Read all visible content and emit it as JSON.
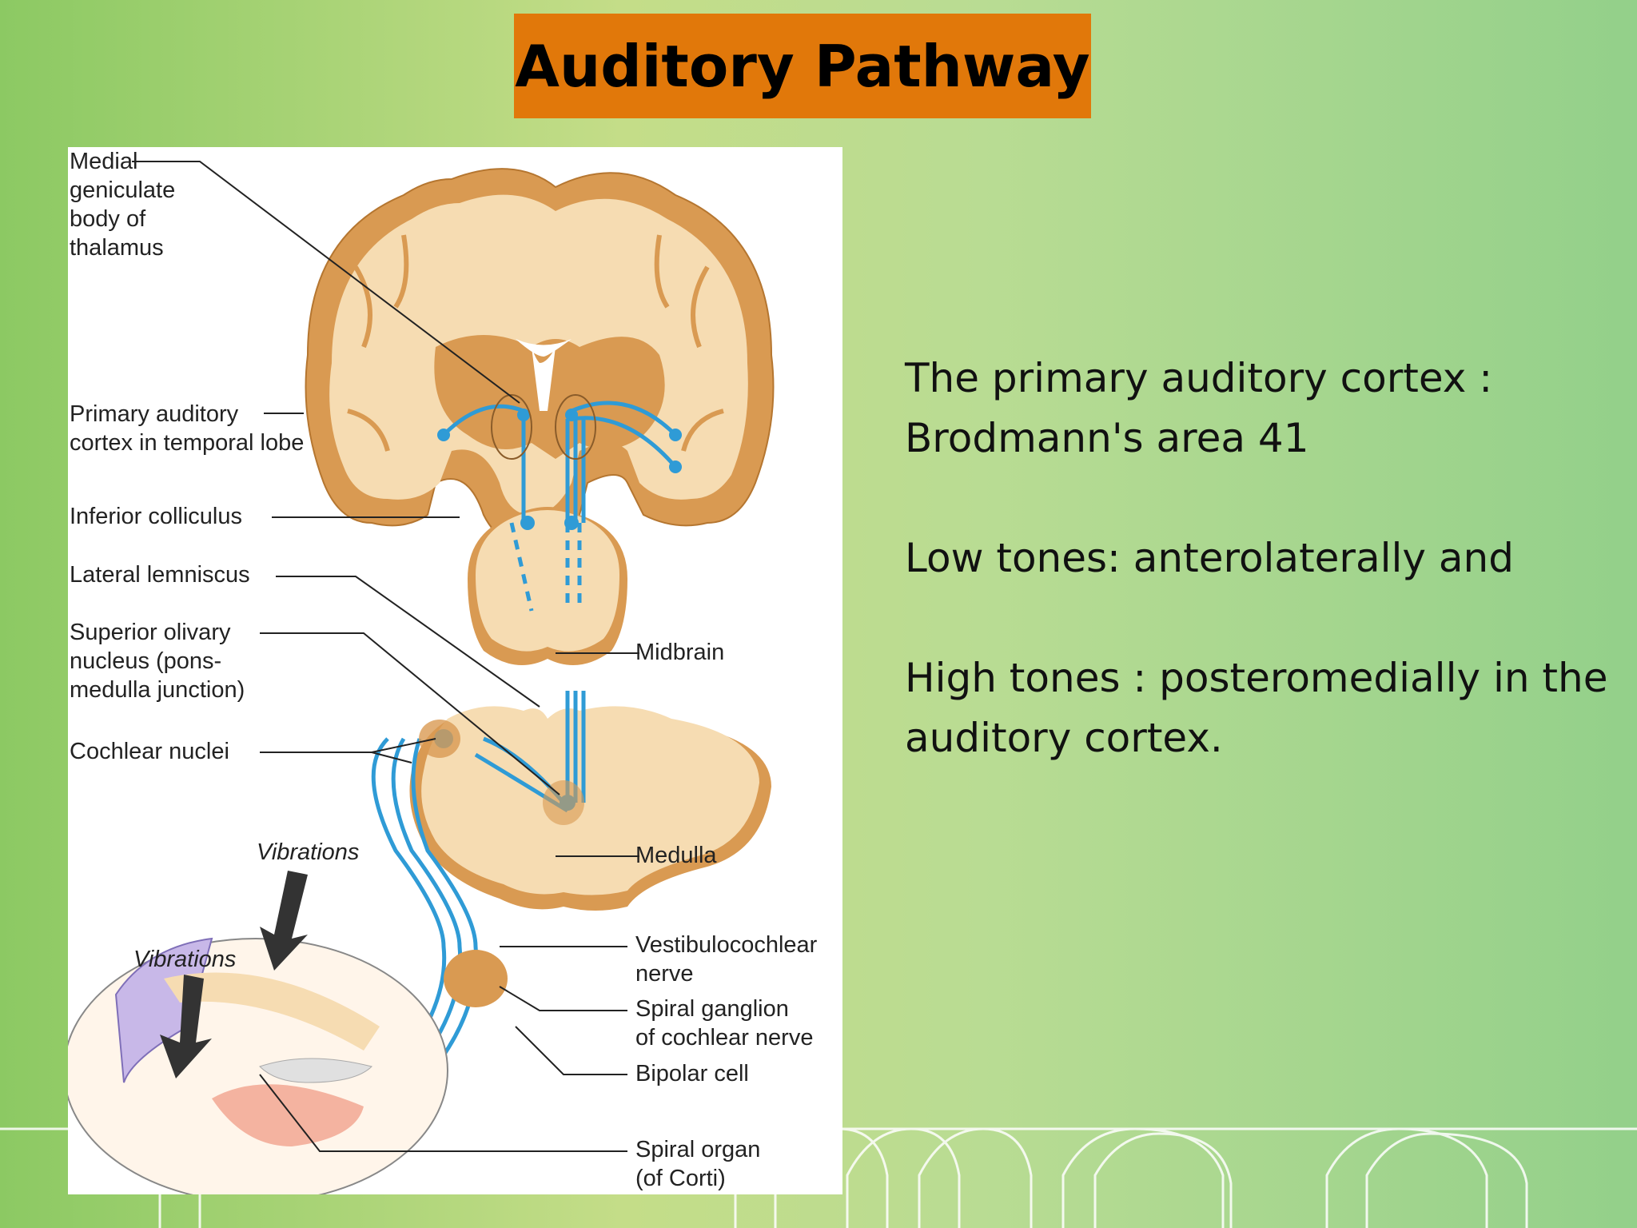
{
  "slide": {
    "title": "Auditory Pathway"
  },
  "diagram": {
    "left_labels": {
      "medial_geniculate": [
        "Medial",
        "geniculate",
        "body of",
        "thalamus"
      ],
      "primary_auditory": [
        "Primary auditory",
        "cortex in temporal lobe"
      ],
      "inferior_colliculus": "Inferior colliculus",
      "lateral_lemniscus": "Lateral lemniscus",
      "superior_olivary": [
        "Superior olivary",
        "nucleus (pons-",
        "medulla junction)"
      ],
      "cochlear_nuclei": "Cochlear nuclei"
    },
    "right_labels": {
      "midbrain": "Midbrain",
      "medulla": "Medulla",
      "vestibulocochlear": [
        "Vestibulocochlear",
        "nerve"
      ],
      "spiral_ganglion": [
        "Spiral ganglion",
        "of cochlear nerve"
      ],
      "bipolar_cell": "Bipolar cell",
      "spiral_organ": [
        "Spiral organ",
        "(of Corti)"
      ]
    },
    "vibrations_1": "Vibrations",
    "vibrations_2": "Vibrations"
  },
  "body_text": {
    "line1": "The primary auditory cortex :",
    "line2": "Brodmann's area 41",
    "line3": "Low tones: anterolaterally and",
    "line4": "High tones : posteromedially in the",
    "line5": "auditory cortex."
  },
  "colors": {
    "title_bg": "#e1780a",
    "pathway_blue": "#2f9bd6",
    "brain_tan": "#f6dcb2",
    "brain_orange": "#d99a52"
  }
}
